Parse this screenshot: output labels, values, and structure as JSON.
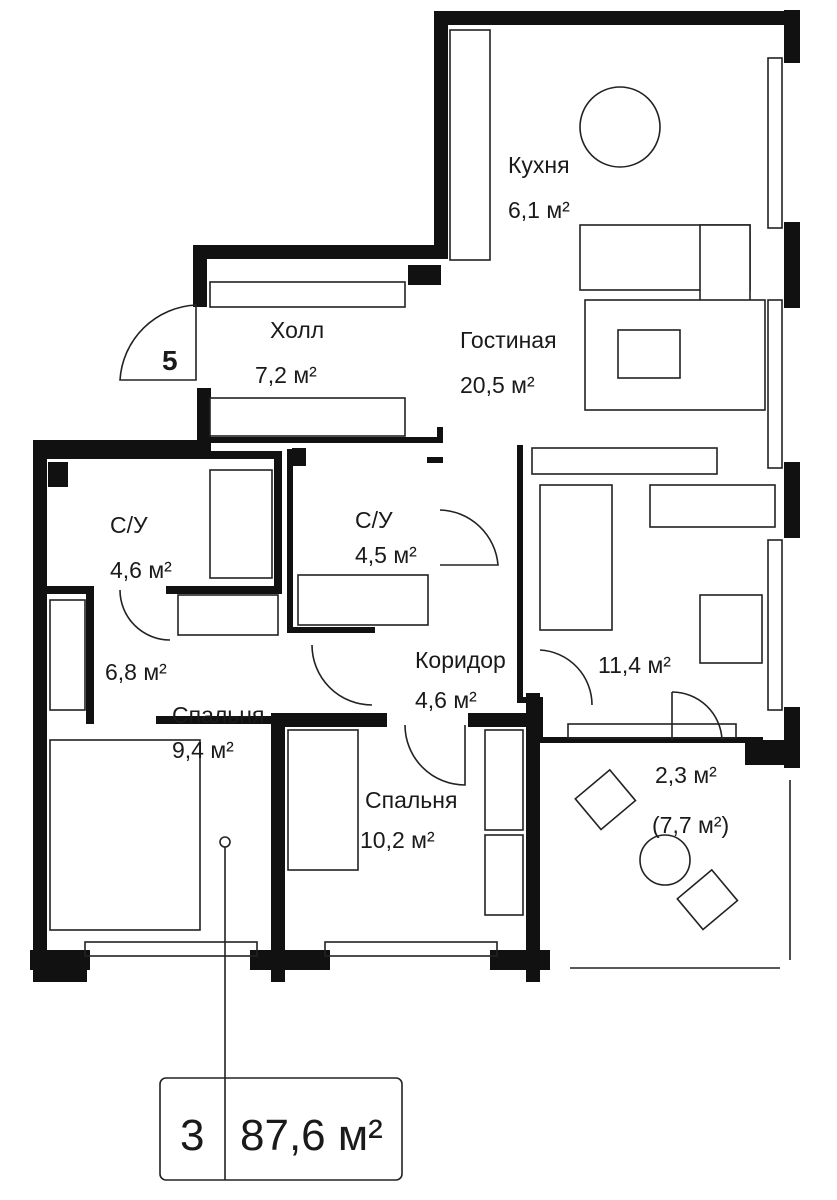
{
  "plan": {
    "entrance_number": "5",
    "rooms": {
      "kitchen": {
        "name": "Кухня",
        "area": "6,1 м²"
      },
      "hall": {
        "name": "Холл",
        "area": "7,2 м²"
      },
      "living": {
        "name": "Гостиная",
        "area": "20,5 м²"
      },
      "bath1": {
        "name": "С/У",
        "area": "4,6 м²"
      },
      "bath2": {
        "name": "С/У",
        "area": "4,5 м²"
      },
      "wardrobe": {
        "area": "6,8 м²"
      },
      "bedroom1": {
        "name": "Спальня",
        "area": "9,4 м²"
      },
      "corridor": {
        "name": "Коридор",
        "area": "4,6 м²"
      },
      "bedroom3": {
        "area": "11,4 м²"
      },
      "bedroom2": {
        "name": "Спальня",
        "area": "10,2 м²"
      },
      "balcony": {
        "area": "2,3 м²",
        "area_full": "(7,7 м²)"
      }
    }
  },
  "summary": {
    "rooms_count": "3",
    "total_area": "87,6 м²"
  },
  "colors": {
    "wall": "#111111",
    "line": "#222222"
  }
}
